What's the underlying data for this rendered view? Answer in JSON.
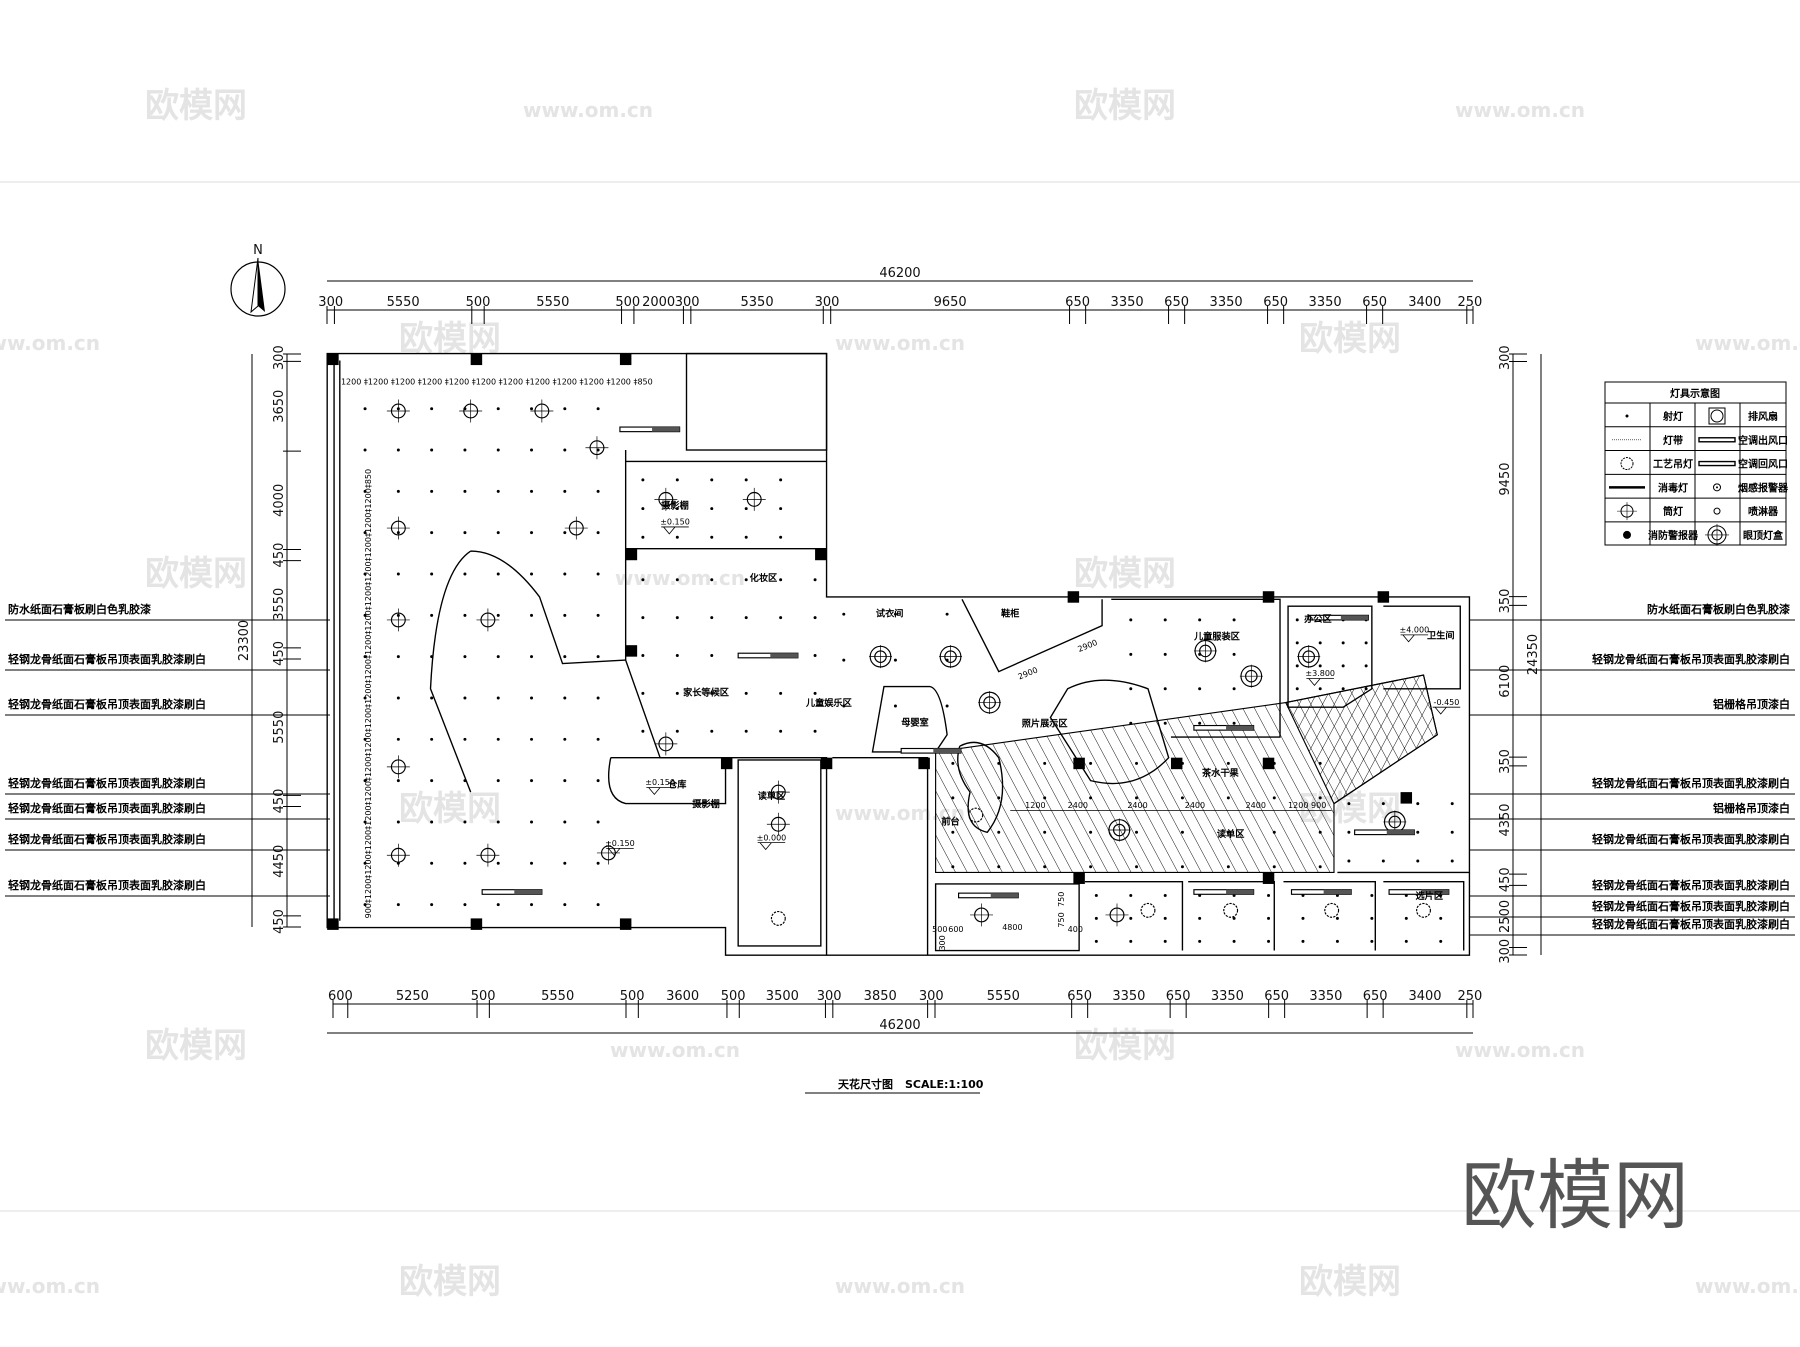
{
  "watermarks": {
    "brand": "欧模网",
    "site": "www.om.cn",
    "logo": "欧模网"
  },
  "north_label": "N",
  "title": "天花尺寸图",
  "scale": "SCALE:1:100",
  "dimensions": {
    "top_total": "46200",
    "top": [
      "300",
      "5550",
      "500",
      "5550",
      "500",
      "2000",
      "300",
      "5350",
      "300",
      "9650",
      "650",
      "3350",
      "650",
      "3350",
      "650",
      "3350",
      "650",
      "3400",
      "250"
    ],
    "bottom_total": "46200",
    "bottom": [
      "600",
      "5250",
      "500",
      "5550",
      "500",
      "3600",
      "500",
      "3500",
      "300",
      "3850",
      "300",
      "5550",
      "650",
      "3350",
      "650",
      "3350",
      "650",
      "3350",
      "650",
      "3400",
      "250"
    ],
    "left_total": "23300",
    "left": [
      "300",
      "3650",
      "4000",
      "450",
      "3550",
      "450",
      "5550",
      "450",
      "4450",
      "450"
    ],
    "right_total": "24350",
    "right": [
      "300",
      "9450",
      "350",
      "6100",
      "350",
      "4350",
      "450",
      "2500",
      "300"
    ],
    "grid_row": "1200 ‡1200 ‡1200 ‡1200 ‡1200 ‡1200 ‡1200 ‡1200 ‡1200 ‡1200 ‡1200 ‡850",
    "grid_col": "900‡1200‡1200‡1200‡1200‡1200‡1200‡1200‡1200‡1200‡1200‡1200‡1200‡1200‡1200‡1200‡1200‡1200‡850",
    "inner": [
      "2900",
      "2900",
      "1200",
      "2400",
      "2400",
      "2400",
      "2400",
      "1200",
      "900",
      "4800",
      "750",
      "750",
      "400",
      "500",
      "600",
      "300"
    ]
  },
  "left_notes": [
    "防水纸面石膏板刷白色乳胶漆",
    "轻钢龙骨纸面石膏板吊顶表面乳胶漆刷白",
    "轻钢龙骨纸面石膏板吊顶表面乳胶漆刷白",
    "轻钢龙骨纸面石膏板吊顶表面乳胶漆刷白",
    "轻钢龙骨纸面石膏板吊顶表面乳胶漆刷白",
    "轻钢龙骨纸面石膏板吊顶表面乳胶漆刷白",
    "轻钢龙骨纸面石膏板吊顶表面乳胶漆刷白"
  ],
  "right_notes": [
    "防水纸面石膏板刷白色乳胶漆",
    "轻钢龙骨纸面石膏板吊顶表面乳胶漆刷白",
    "铝栅格吊顶漆白",
    "轻钢龙骨纸面石膏板吊顶表面乳胶漆刷白",
    "铝栅格吊顶漆白",
    "轻钢龙骨纸面石膏板吊顶表面乳胶漆刷白",
    "轻钢龙骨纸面石膏板吊顶表面乳胶漆刷白",
    "轻钢龙骨纸面石膏板吊顶表面乳胶漆刷白",
    "轻钢龙骨纸面石膏板吊顶表面乳胶漆刷白"
  ],
  "rooms": [
    "摄影棚",
    "化妆区",
    "试衣间",
    "鞋柜",
    "儿童服装区",
    "办公区",
    "卫生间",
    "家长等候区",
    "儿童娱乐区",
    "母婴室",
    "照片展示区",
    "仓库",
    "摄影棚",
    "读单区",
    "茶水干果",
    "前台",
    "读单区",
    "选片区"
  ],
  "elevations": [
    "±0.150",
    "±0.150",
    "±0.150",
    "±0.000",
    "±4.000",
    "±3.800",
    "-0.450"
  ],
  "legend": {
    "title": "灯具示意图",
    "items": [
      {
        "icon": "spotlight-dot",
        "label": "射灯"
      },
      {
        "icon": "exhaust-fan",
        "label": "排风扇"
      },
      {
        "icon": "light-strip",
        "label": "灯带"
      },
      {
        "icon": "ac-supply-vent",
        "label": "空调出风口"
      },
      {
        "icon": "chandelier",
        "label": "工艺吊灯"
      },
      {
        "icon": "ac-return-vent",
        "label": "空调回风口"
      },
      {
        "icon": "uv-lamp",
        "label": "消毒灯"
      },
      {
        "icon": "smoke-detector",
        "label": "烟感报警器"
      },
      {
        "icon": "downlight",
        "label": "筒灯"
      },
      {
        "icon": "sprinkler",
        "label": "喷淋器"
      },
      {
        "icon": "fire-alarm",
        "label": "消防警报器"
      },
      {
        "icon": "ceiling-light-box",
        "label": "眼顶灯盒"
      }
    ]
  }
}
